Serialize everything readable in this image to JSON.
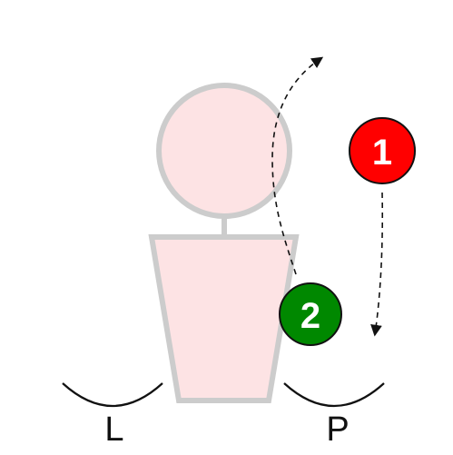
{
  "diagram": {
    "figure": {
      "fill": "#fde3e4",
      "stroke": "#cccccc"
    },
    "markers": [
      {
        "number": "1",
        "color": "#ff0000"
      },
      {
        "number": "2",
        "color": "#008800"
      }
    ],
    "side_labels": {
      "left": "L",
      "right": "P"
    }
  }
}
